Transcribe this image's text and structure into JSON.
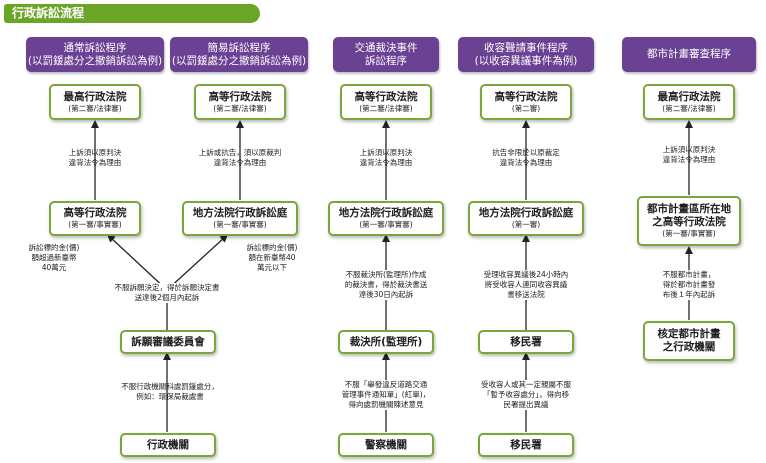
{
  "title": "行政訴訟流程",
  "columns": [
    {
      "header": [
        "通常訴訟程序",
        "(以罰鍰處分之撤銷訴訟為例)"
      ],
      "top": {
        "main": "最高行政法院",
        "sub": "(第二審/法律審)"
      },
      "note1": [
        "上訴須以原判決",
        "違背法令為理由"
      ],
      "mid": {
        "main": "高等行政法院",
        "sub": "(第一審/事實審)"
      },
      "side_note": [
        "訴訟標的金(價)",
        "額超過新臺幣",
        "40萬元"
      ]
    },
    {
      "header": [
        "簡易訴訟程序",
        "(以罰鍰處分之撤銷訴訟為例)"
      ],
      "top": {
        "main": "高等行政法院",
        "sub": "(第二審/法律審)"
      },
      "note1": [
        "上訴或抗告，須以原裁判",
        "違背法令為理由"
      ],
      "mid": {
        "main": "地方法院行政訴訟庭",
        "sub": "(第一審/事實審)"
      },
      "side_note": [
        "訴訟標的金(價)",
        "額在新臺幣40",
        "萬元以下"
      ]
    },
    {
      "header": [
        "交通裁決事件",
        "訴訟程序"
      ],
      "top": {
        "main": "高等行政法院",
        "sub": "(第二審/法律審)"
      },
      "note1": [
        "上訴須以原判決",
        "違背法令為理由"
      ],
      "mid": {
        "main": "地方法院行政訴訟庭",
        "sub": "(第一審/事實審)"
      },
      "note2": [
        "不服裁決所(監理所)作成",
        "的裁決書，得於裁決書送",
        "達後30日內起訴"
      ],
      "agency": "裁決所(監理所)",
      "note3": [
        "不服「舉發違反道路交通",
        "管理事件通知單」(紅單)，",
        "得向處罰機關陳述意見"
      ],
      "origin": "警察機關"
    },
    {
      "header": [
        "收容聲請事件程序",
        "(以收容異議事件為例)"
      ],
      "top": {
        "main": "高等行政法院",
        "sub": "(第二審)"
      },
      "note1": [
        "抗告非限於以原裁定",
        "違背法令為理由"
      ],
      "mid": {
        "main": "地方法院行政訴訟庭",
        "sub": "(第一審)"
      },
      "note2": [
        "受理收容異議後24小時內",
        "將受收容人連同收容異議",
        "書移送法院"
      ],
      "agency": "移民署",
      "note3": [
        "受收容人或其一定親屬不服",
        "「暫予收容處分」，得向移",
        "民署提出異議"
      ],
      "origin": "移民署"
    },
    {
      "header": [
        "都市計畫審查程序"
      ],
      "top": {
        "main": "最高行政法院",
        "sub": "(第二審/法律審)"
      },
      "note1": [
        "上訴須以原判決",
        "違背法令為理由"
      ],
      "mid": {
        "main": [
          "都市計畫區所在地",
          "之高等行政法院"
        ],
        "sub": "(第一審/事實審)"
      },
      "note2": [
        "不服都市計畫，",
        "得於都市計畫發",
        "布後１年內起訴"
      ],
      "agency": [
        "核定都市計畫",
        "之行政機關"
      ]
    }
  ],
  "shared": {
    "appeal_note": [
      "不服訴願決定，得於訴願決定書",
      "送達後2個月內起訴"
    ],
    "committee": "訴願審議委員會",
    "admin_note": [
      "不服行政機關科處罰鍰處分，",
      "例如：環保局裁處書"
    ],
    "admin_origin": "行政機關"
  }
}
